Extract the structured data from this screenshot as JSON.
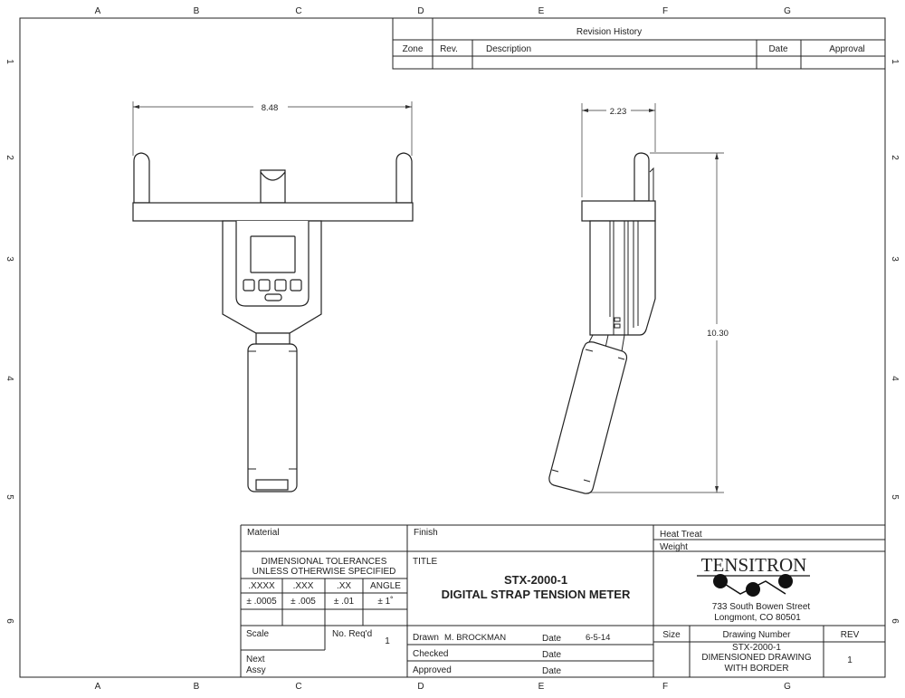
{
  "border": {
    "columns": [
      "A",
      "B",
      "C",
      "D",
      "E",
      "F",
      "G"
    ],
    "rows": [
      "1",
      "2",
      "3",
      "4",
      "5",
      "6"
    ]
  },
  "revision_history": {
    "title": "Revision History",
    "headers": [
      "Zone",
      "Rev.",
      "Description",
      "Date",
      "Approval"
    ]
  },
  "dimensions": {
    "front_width": "8.48",
    "side_depth": "2.23",
    "overall_height": "10.30"
  },
  "title_block": {
    "material_label": "Material",
    "finish_label": "Finish",
    "heat_treat_label": "Heat Treat",
    "weight_label": "Weight",
    "tolerances": {
      "heading_line1": "DIMENSIONAL TOLERANCES",
      "heading_line2": "UNLESS OTHERWISE SPECIFIED",
      "headers": [
        ".XXXX",
        ".XXX",
        ".XX",
        "ANGLE"
      ],
      "values": [
        "± .0005",
        "± .005",
        "± .01",
        "± 1˚"
      ]
    },
    "title_label": "TITLE",
    "title_line1": "STX-2000-1",
    "title_line2": "DIGITAL STRAP TENSION METER",
    "company": {
      "name": "TENSITRON",
      "address_line1": "733 South Bowen Street",
      "address_line2": "Longmont, CO  80501"
    },
    "scale_label": "Scale",
    "no_reqd_label": "No. Req'd",
    "no_reqd_value": "1",
    "next_label": "Next",
    "assy_label": "Assy",
    "drawn_label": "Drawn",
    "drawn_by": "M. BROCKMAN",
    "date_label": "Date",
    "drawn_date": "6-5-14",
    "checked_label": "Checked",
    "approved_label": "Approved",
    "size_label": "Size",
    "drawing_number_label": "Drawing Number",
    "rev_label": "REV",
    "drawing_number_line1": "STX-2000-1",
    "drawing_number_line2": "DIMENSIONED DRAWING",
    "drawing_number_line3": "WITH BORDER",
    "rev_value": "1"
  }
}
